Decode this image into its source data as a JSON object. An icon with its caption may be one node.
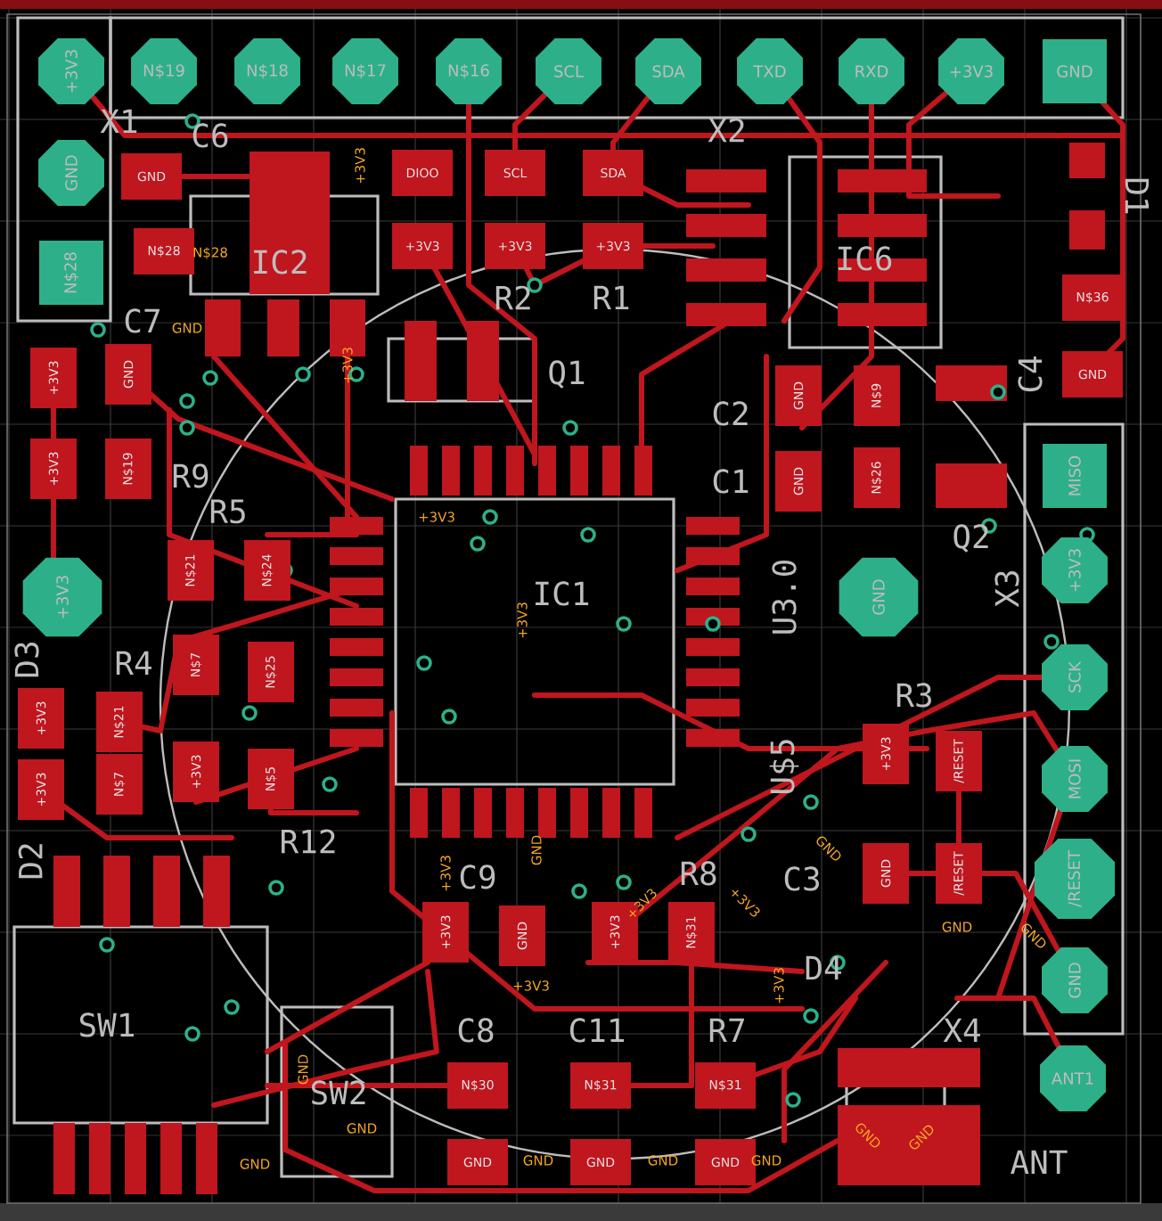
{
  "diagram": {
    "labels": [
      "+3V3",
      "N$19",
      "N$18",
      "N$17",
      "N$16",
      "SCL",
      "SDA",
      "TXD",
      "RXD",
      "+3V3",
      "GND",
      "X1",
      "C6",
      "+3V3",
      "DIOO",
      "SCL",
      "SDA",
      "X2",
      "D1",
      "GND",
      "GND",
      "+3V3",
      "+3V3",
      "+3V3",
      "IC6",
      "N$28",
      "N$28",
      "N$28",
      "IC2",
      "R2",
      "R1",
      "N$36",
      "C7",
      "GND",
      "+3V3",
      "GND",
      "+3V3",
      "Q1",
      "C2",
      "GND",
      "N$9",
      "C4",
      "GND",
      "+3V3",
      "N$19",
      "R9",
      "C1",
      "GND",
      "N$26",
      "MISO",
      "R5",
      "+3V3",
      "Q2",
      "N$21",
      "N$24",
      "+3V3",
      "IC1",
      "+3V3",
      "U3.0",
      "GND",
      "X3",
      "+3V3",
      "D3",
      "R4",
      "N$7",
      "N$25",
      "SCK",
      "R3",
      "+3V3",
      "N$21",
      "+3V3",
      "N$7",
      "+3V3",
      "N$5",
      "U$5",
      "+3V3",
      "/RESET",
      "MOSI",
      "D2",
      "R12",
      "+3V3",
      "C9",
      "GND",
      "+3V3",
      "R8",
      "+3V3",
      "C3",
      "GND",
      "GND",
      "/RESET",
      "/RESET",
      "+3V3",
      "GND",
      "+3V3",
      "N$31",
      "GND",
      "GND",
      "D4",
      "+3V3",
      "+3V3",
      "GND",
      "SW1",
      "C8",
      "C11",
      "R7",
      "X4",
      "GND",
      "ANT1",
      "N$30",
      "N$31",
      "N$31",
      "SW2",
      "GND",
      "GND",
      "GND",
      "GND",
      "GND",
      "GND",
      "GND",
      "GND",
      "GND",
      "GND",
      "ANT"
    ]
  }
}
